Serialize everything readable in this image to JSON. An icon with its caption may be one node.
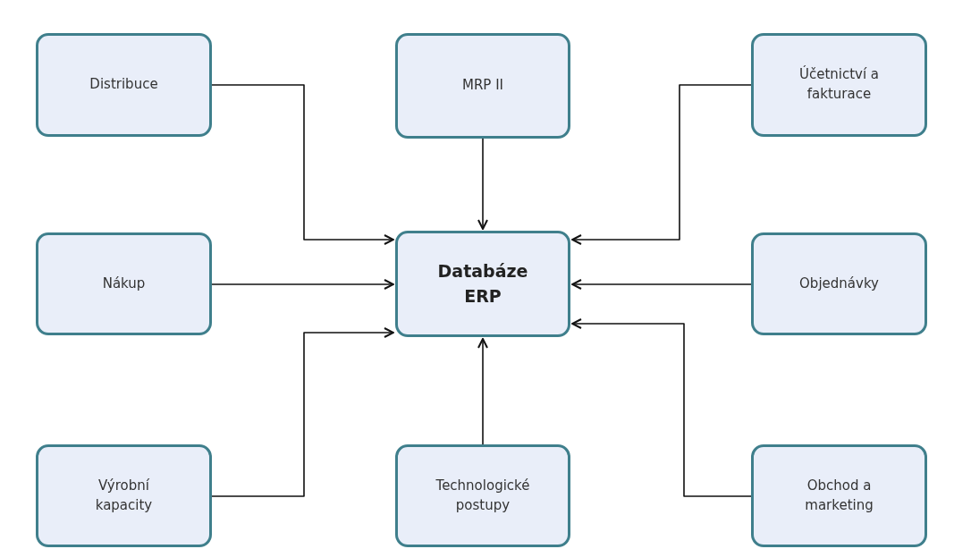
{
  "diagram": {
    "nodes": [
      {
        "text": [
          "Distribuce"
        ]
      },
      {
        "text": [
          "MRP II"
        ]
      },
      {
        "text": [
          "Účetnictví a fakturace"
        ]
      },
      {
        "text": [
          "Nákup"
        ]
      },
      {
        "text": [
          "Databáze ERP"
        ]
      },
      {
        "text": [
          "Objednávky"
        ]
      },
      {
        "text": [
          "Výrobní kapacity"
        ]
      },
      {
        "text": [
          "Technologické postupy"
        ]
      },
      {
        "text": [
          "Obchod a marketing"
        ]
      }
    ],
    "edges": [
      {
        "from": 0,
        "to": 4,
        "arrow": "to"
      },
      {
        "from": 1,
        "to": 4,
        "arrow": "to"
      },
      {
        "from": 2,
        "to": 4,
        "arrow": "to"
      },
      {
        "from": 3,
        "to": 4,
        "arrow": "to"
      },
      {
        "from": 5,
        "to": 4,
        "arrow": "to"
      },
      {
        "from": 6,
        "to": 4,
        "arrow": "to"
      },
      {
        "from": 7,
        "to": 4,
        "arrow": "to"
      },
      {
        "from": 8,
        "to": 4,
        "arrow": "to"
      }
    ]
  }
}
